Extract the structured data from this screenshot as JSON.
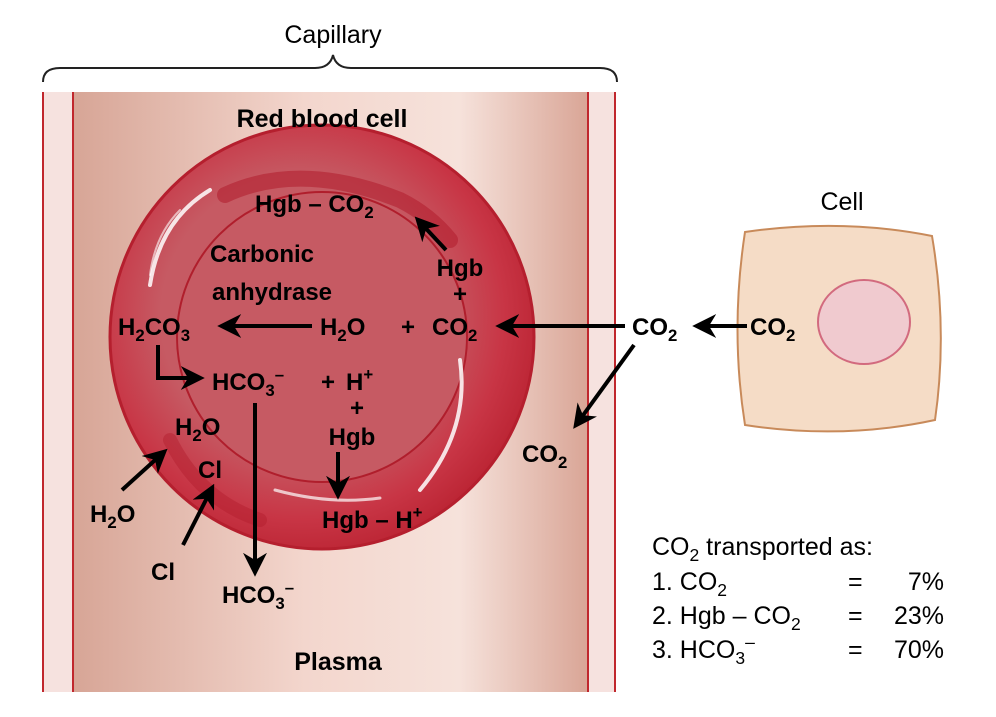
{
  "capillary_label": "Capillary",
  "cell_label": "Cell",
  "rbc_label": "Red blood cell",
  "plasma_label": "Plasma",
  "enzyme": {
    "line1": "Carbonic",
    "line2": "anhydrase"
  },
  "reaction": {
    "h2co3": {
      "main": "H",
      "sub": "2",
      "rest": "CO",
      "sub2": "3"
    },
    "h2o": {
      "main": "H",
      "sub": "2",
      "rest": "O"
    },
    "plus": "+",
    "co2": {
      "main": "CO",
      "sub": "2"
    },
    "hgb": "Hgb",
    "hgb_co2": {
      "main": "Hgb – CO",
      "sub": "2"
    },
    "hco3": {
      "main": "HCO",
      "sub": "3",
      "sup": "–"
    },
    "hplus": {
      "main": "H",
      "sup": "+"
    },
    "hgb_h": {
      "main": "Hgb – H",
      "sup": "+"
    },
    "cl": "Cl"
  },
  "plasma_species": {
    "co2": {
      "main": "CO",
      "sub": "2"
    },
    "h2o": {
      "main": "H",
      "sub": "2",
      "rest": "O"
    },
    "cl": "Cl",
    "hco3": {
      "main": "HCO",
      "sub": "3",
      "sup": "–"
    }
  },
  "transport": {
    "title_main": "CO",
    "title_sub": "2",
    "title_rest": " transported as:",
    "rows": [
      {
        "label_main": "1. CO",
        "label_sub": "2",
        "label_sup": "",
        "label_rest": "",
        "eq": "=",
        "value": "7%"
      },
      {
        "label_main": "2. Hgb – CO",
        "label_sub": "2",
        "label_sup": "",
        "label_rest": "",
        "eq": "=",
        "value": "23%"
      },
      {
        "label_main": "3. HCO",
        "label_sub": "3",
        "label_sup": "–",
        "label_rest": "",
        "eq": "=",
        "value": "70%"
      }
    ]
  },
  "colors": {
    "vessel_wall": "#c0272d",
    "plasma": "#e9c2b8",
    "rbc_outer": "#c93a48",
    "rbc_inner": "#c65a63",
    "cell_fill": "#f5dcc6",
    "cell_stroke": "#c88a5a",
    "nucleus_fill": "#f0cacf",
    "nucleus_stroke": "#d26a7e"
  }
}
